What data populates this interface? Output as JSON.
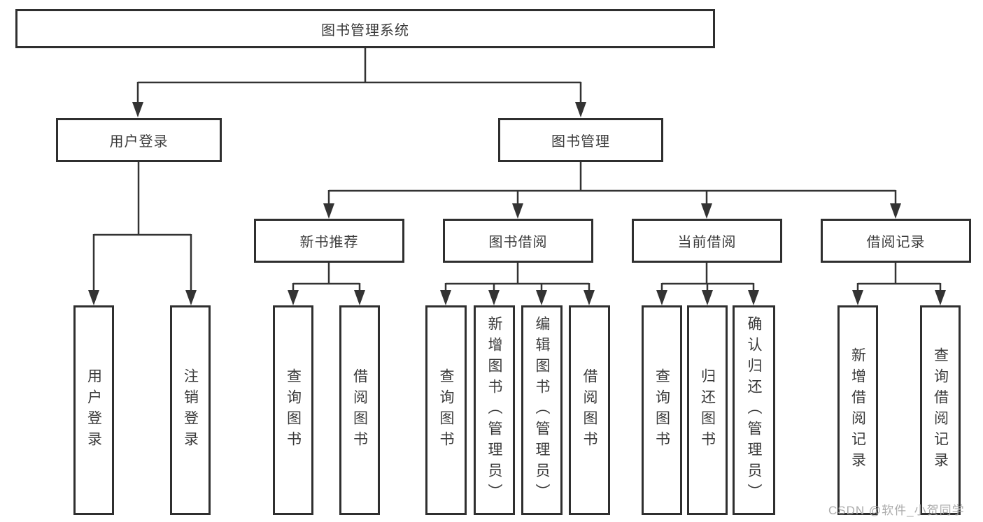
{
  "tree": {
    "root": {
      "label": "图书管理系统"
    },
    "level2": [
      {
        "label": "用户登录",
        "leaves": [
          {
            "label": "用户登录"
          },
          {
            "label": "注销登录"
          }
        ]
      },
      {
        "label": "图书管理",
        "groups": [
          {
            "label": "新书推荐",
            "leaves": [
              {
                "label": "查询图书"
              },
              {
                "label": "借阅图书"
              }
            ]
          },
          {
            "label": "图书借阅",
            "leaves": [
              {
                "label": "查询图书"
              },
              {
                "label": "新增图书（管理员）"
              },
              {
                "label": "编辑图书（管理员）"
              },
              {
                "label": "借阅图书"
              }
            ]
          },
          {
            "label": "当前借阅",
            "leaves": [
              {
                "label": "查询图书"
              },
              {
                "label": "归还图书"
              },
              {
                "label": "确认归还（管理员）"
              }
            ]
          },
          {
            "label": "借阅记录",
            "leaves": [
              {
                "label": "新增借阅记录"
              },
              {
                "label": "查询借阅记录"
              }
            ]
          }
        ]
      }
    ]
  },
  "watermark": {
    "text": "CSDN @软件_小贺同学"
  },
  "colors": {
    "line": "#333333",
    "box_border": "#2f2f2f",
    "text": "#3a3a3a",
    "watermark": "#a8a8a8",
    "background": "#ffffff"
  }
}
